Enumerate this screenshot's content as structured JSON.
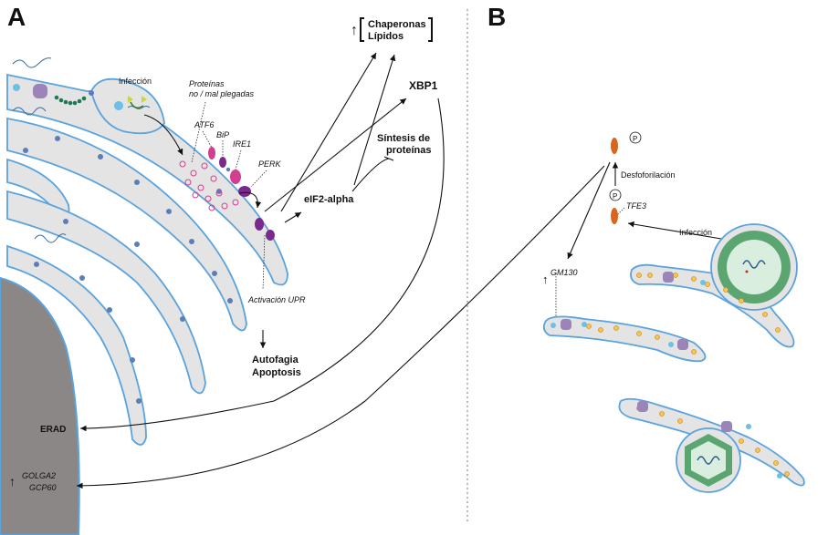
{
  "panels": {
    "a": "A",
    "b": "B"
  },
  "labels": {
    "chaperonas": "Chaperonas",
    "lipidos": "Lípidos",
    "xbp1": "XBP1",
    "sintesis_line1": "Síntesis de",
    "sintesis_line2": "proteínas",
    "eif2": "eIF2-alpha",
    "infeccion_a": "Infección",
    "proteinas_line1": "Proteínas",
    "proteinas_line2": "no / mal plegadas",
    "atf6": "ATF6",
    "bip": "BiP",
    "ire1": "IRE1",
    "perk": "PERK",
    "activacion": "Activación UPR",
    "autofagia": "Autofagia",
    "apoptosis": "Apoptosis",
    "erad": "ERAD",
    "golga2": "GOLGA2",
    "gcp60": "GCP60",
    "p": "P",
    "desfosforilacion": "Desfoforilación",
    "tfe3": "TFE3",
    "infeccion_b": "Infección",
    "gm130": "GM130"
  },
  "colors": {
    "membrane": "#5aa3dc",
    "lumen": "#e5e4e5",
    "nucleus": "#8c8787",
    "ribosome": "#5b7db8",
    "protein_pink": "#d13f8f",
    "receptor_purple": "#7a2a8c",
    "vesicle_orange": "#f2a31b",
    "tfe3_orange": "#d8661c",
    "vacuole_green": "#5aa570"
  }
}
